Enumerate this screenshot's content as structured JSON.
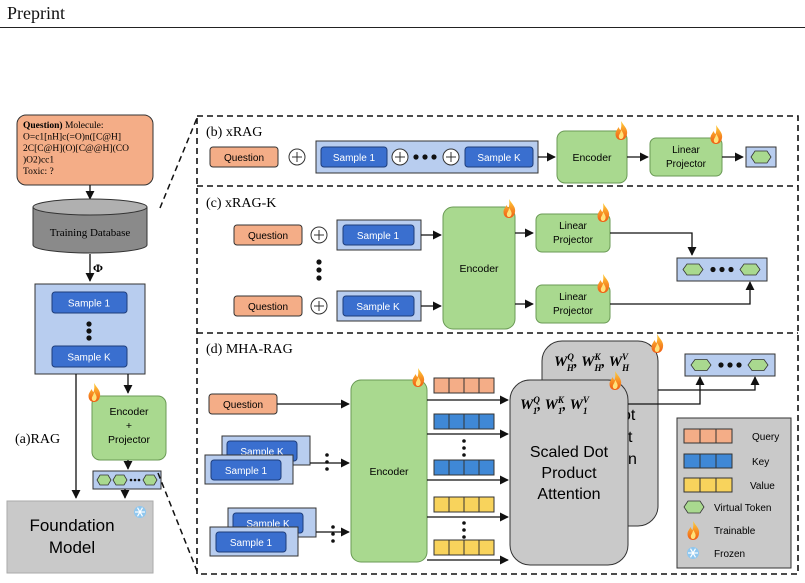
{
  "header": {
    "title": "Preprint"
  },
  "panel_a": {
    "question_bold": "Question)",
    "question_lines": [
      " Molecule:",
      "O=c1[nH]c(=O)n([C@H]",
      "2C[C@H](O)[C@@H](CO",
      ")O2)cc1",
      "Toxic: ?"
    ],
    "database": "Training Database",
    "phi": "Φ",
    "sample_1": "Sample 1",
    "sample_k": "Sample K",
    "encoder_projector": [
      "Encoder",
      "+",
      "Projector"
    ],
    "label": "(a)RAG",
    "foundation_model": [
      "Foundation",
      "Model"
    ]
  },
  "panel_b": {
    "title": "(b) xRAG",
    "question": "Question",
    "sample_1": "Sample 1",
    "sample_k": "Sample K",
    "encoder": "Encoder",
    "projector": [
      "Linear",
      "Projector"
    ]
  },
  "panel_c": {
    "title": "(c) xRAG-K",
    "question": "Question",
    "sample_1": "Sample 1",
    "sample_k": "Sample K",
    "encoder": "Encoder",
    "projector": [
      "Linear",
      "Projector"
    ]
  },
  "panel_d": {
    "title": "(d) MHA-RAG",
    "question": "Question",
    "sample_1": "Sample 1",
    "sample_k": "Sample K",
    "encoder": "Encoder",
    "attention": [
      "Scaled Dot",
      "Product",
      "Attention"
    ],
    "back_attention_fragments": [
      "ot",
      "t",
      "n"
    ],
    "weights_front": [
      "W",
      "Q",
      "1",
      ", ",
      "W",
      "K",
      "1",
      ", ",
      "W",
      "V",
      "1"
    ],
    "weights_back": [
      "W",
      "Q",
      "H",
      ", ",
      "W",
      "K",
      "H",
      ", ",
      "W",
      "V",
      "H"
    ]
  },
  "legend": [
    {
      "label": "Query",
      "color": "#f4ad87"
    },
    {
      "label": "Key",
      "color": "#3f88d6"
    },
    {
      "label": "Value",
      "color": "#f8d35c"
    },
    {
      "label": "Virtual Token",
      "color": "#a9d98f"
    },
    {
      "label": "Trainable",
      "color": "#f58220"
    },
    {
      "label": "Frozen",
      "color": "#8fc7ef"
    }
  ],
  "colors": {
    "question": "#f4ad87",
    "sample": "#3a6fcf",
    "sample_panel": "#b8cdef",
    "green": "#a9d98f",
    "gray_box": "#c9c9c9",
    "attention_box": "#c9c9c9"
  }
}
